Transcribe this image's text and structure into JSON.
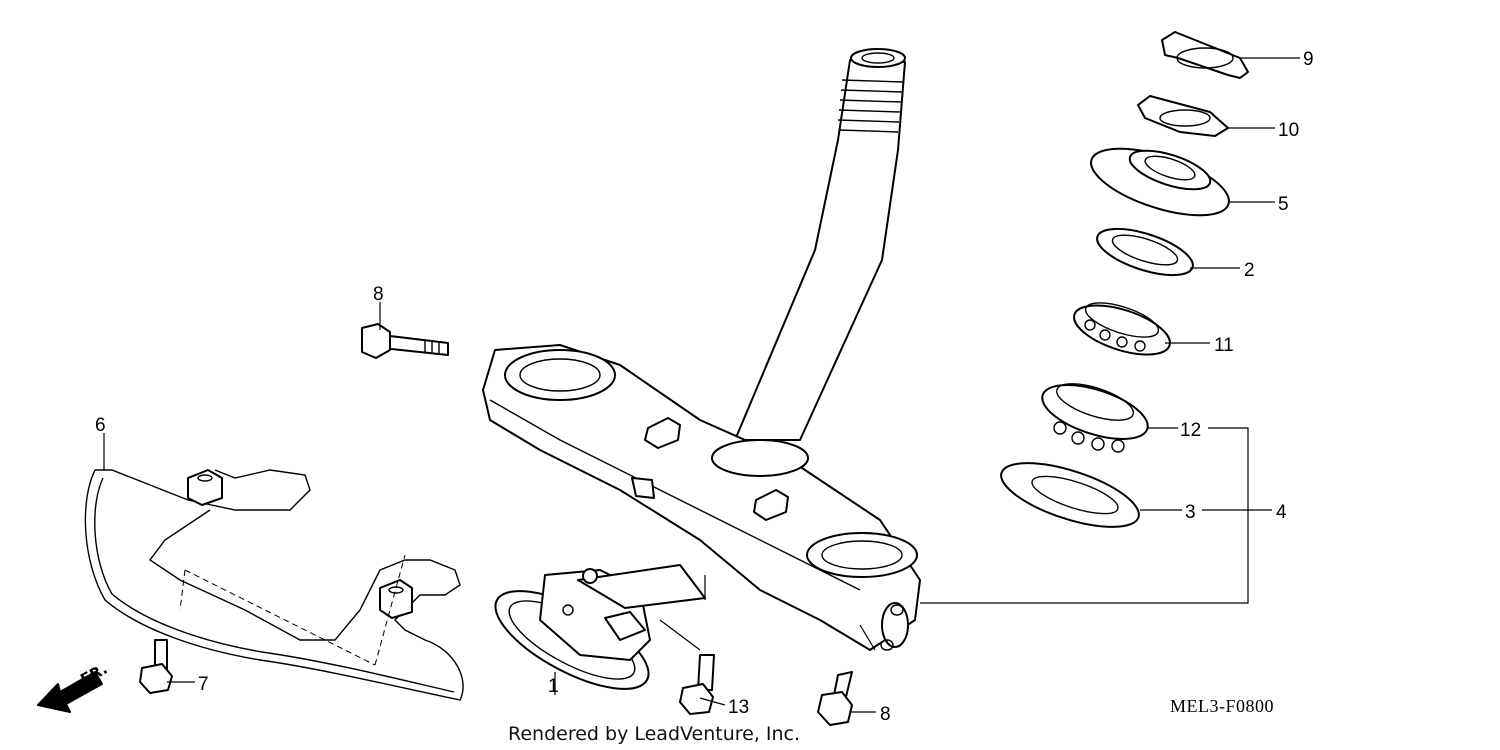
{
  "diagram": {
    "reference_code": "MEL3-F0800",
    "credit": "Rendered by LeadVenture, Inc.",
    "direction_label": "FR.",
    "callouts": [
      {
        "id": "1",
        "label": "1"
      },
      {
        "id": "2",
        "label": "2"
      },
      {
        "id": "3",
        "label": "3"
      },
      {
        "id": "4",
        "label": "4"
      },
      {
        "id": "5",
        "label": "5"
      },
      {
        "id": "6",
        "label": "6"
      },
      {
        "id": "7",
        "label": "7"
      },
      {
        "id": "8a",
        "label": "8"
      },
      {
        "id": "8b",
        "label": "8"
      },
      {
        "id": "9",
        "label": "9"
      },
      {
        "id": "10",
        "label": "10"
      },
      {
        "id": "11",
        "label": "11"
      },
      {
        "id": "12",
        "label": "12"
      },
      {
        "id": "13",
        "label": "13"
      }
    ]
  }
}
